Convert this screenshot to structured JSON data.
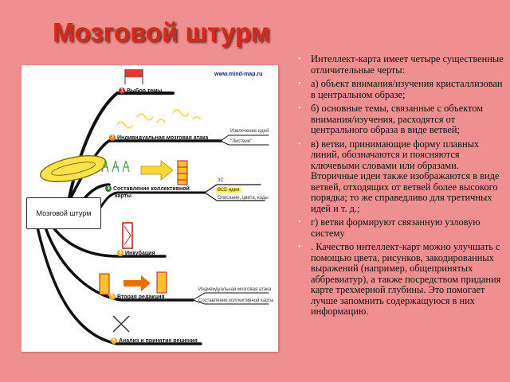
{
  "title": "Мозговой штурм",
  "mindmap": {
    "url": "www.mind-map.ru",
    "central": "Мозговой штурм",
    "branches": [
      {
        "num": "1",
        "label": "Выбор темы"
      },
      {
        "num": "2",
        "label": "Индивидуальная мозговая атака",
        "subs": [
          "Извлечение идей",
          "\"Листвие\""
        ]
      },
      {
        "num": "3",
        "label": "Составление коллективной",
        "label2": "карты",
        "subs": [
          "ЗС",
          "ВСЕ идеи",
          "Описание, цвета, коды"
        ]
      },
      {
        "num": "4",
        "label": "Инкубация"
      },
      {
        "num": "5",
        "label": "Вторая редакция",
        "subs": [
          "Индивидуальная мозговая атака",
          "Составление коллективной карты"
        ]
      },
      {
        "num": "6",
        "label": "Анализ и принятие решения"
      }
    ]
  },
  "bullets": [
    "Интеллект-карта имеет четыре существенные отличительные черты:",
    "а) объект внимания/изучения кристаллизован в центральном образе;",
    "б) основные темы, связанные с объектом внимания/изучения, расходятся от центрального образа в виде ветвей;",
    "в) ветви, принимающие форму плавных линий, обозначаются и поясняются ключевыми словами или образами. Вторичные идеи также изображаются в виде ветвей, отходящих от ветвей более высокого порядка; то же справедливо для третичных идей и т. д.;",
    "г) ветви формируют связанную узловую систему",
    ". Качество интеллект-карт можно улучшать с помощью цвета, рисунков, закодированных выражений (например, общепринятых аббревиатур), а также посредством придания карте трехмерной глубины. Это помогает лучше запомнить содержащуюся в них информацию."
  ]
}
